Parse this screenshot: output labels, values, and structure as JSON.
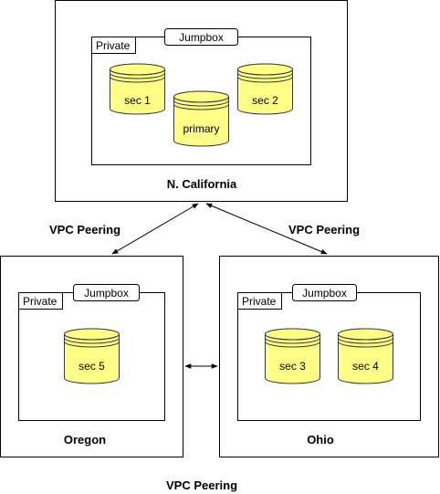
{
  "regions": {
    "north": {
      "name": "N. California",
      "private_label": "Private",
      "jumpbox_label": "Jumpbox",
      "databases": [
        "sec 1",
        "primary",
        "sec 2"
      ]
    },
    "west": {
      "name": "Oregon",
      "private_label": "Private",
      "jumpbox_label": "Jumpbox",
      "databases": [
        "sec 5"
      ]
    },
    "east": {
      "name": "Ohio",
      "private_label": "Private",
      "jumpbox_label": "Jumpbox",
      "databases": [
        "sec 3",
        "sec 4"
      ]
    }
  },
  "peering_labels": {
    "north_west": "VPC Peering",
    "north_east": "VPC Peering",
    "west_east": "VPC Peering"
  },
  "colors": {
    "database_fill": "#ffff88",
    "database_stroke": "#36393d"
  }
}
